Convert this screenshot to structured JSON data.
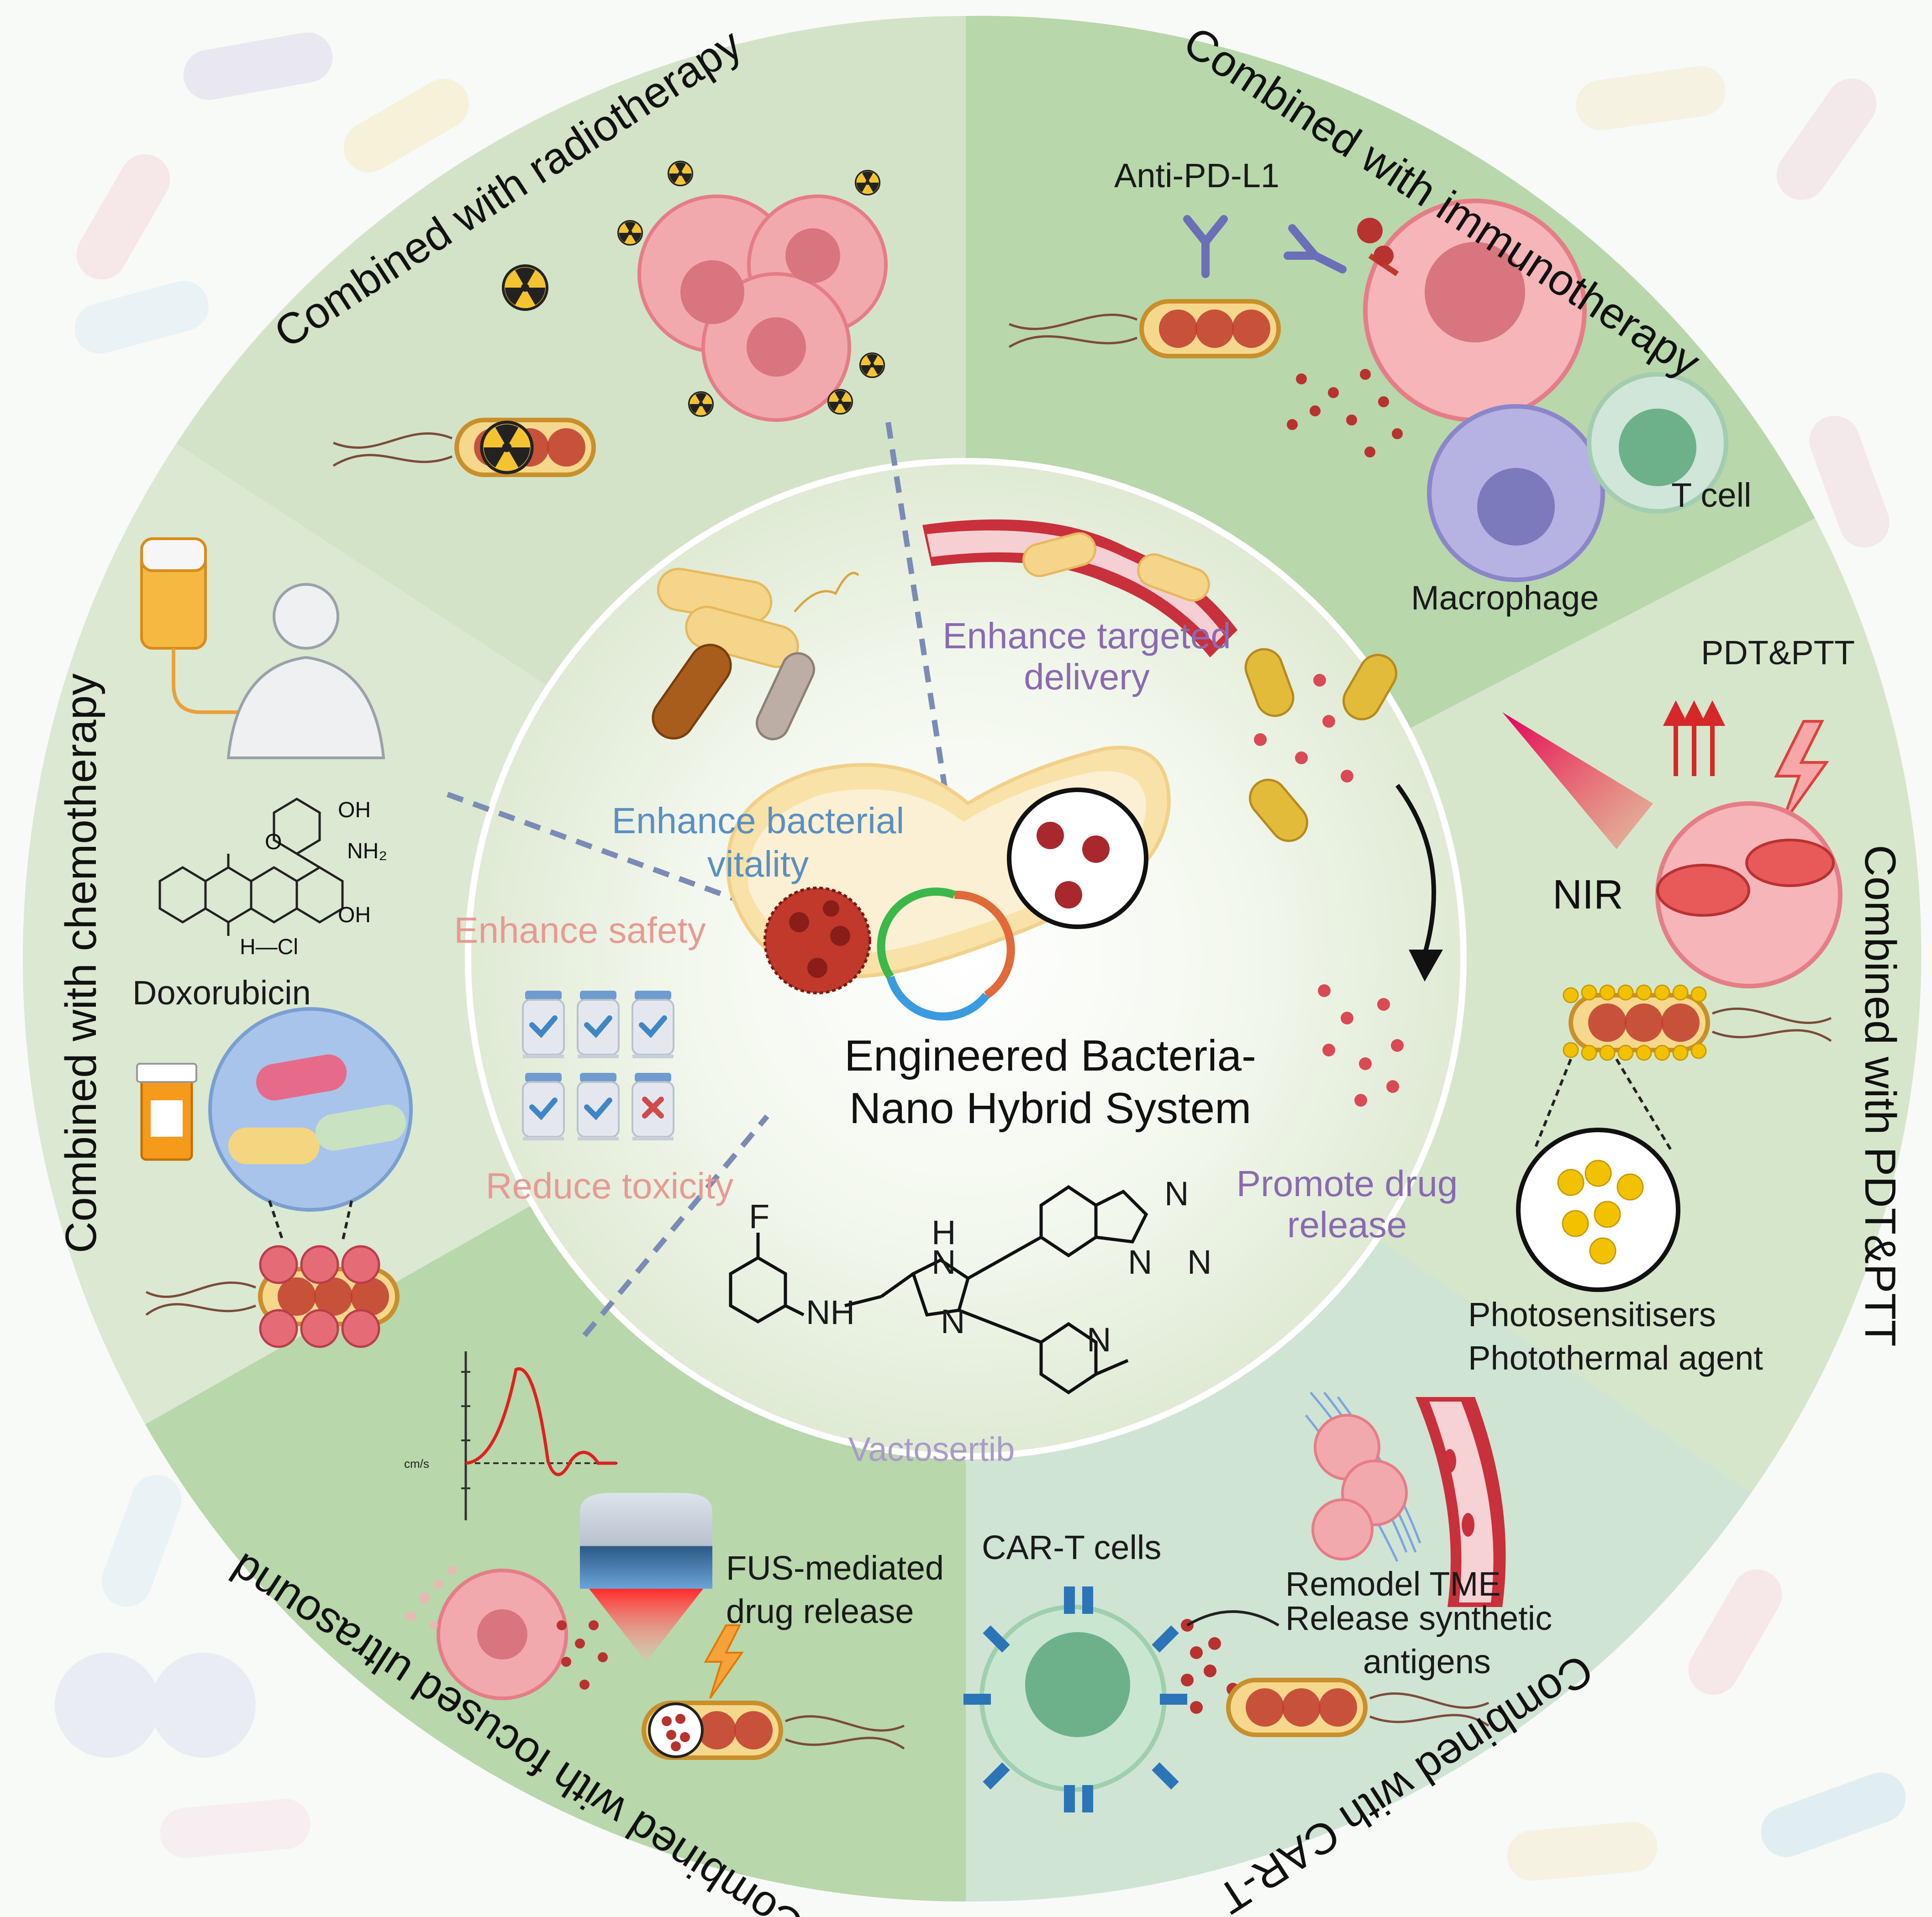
{
  "center": {
    "title_line1": "Engineered Bacteria-",
    "title_line2": "Nano Hybrid System"
  },
  "inner_ring": {
    "enhance_vitality_line1": "Enhance bacterial",
    "enhance_vitality_line2": "vitality",
    "enhance_targeted_line1": "Enhance targeted",
    "enhance_targeted_line2": "delivery",
    "enhance_safety": "Enhance safety",
    "reduce_toxicity": "Reduce toxicity",
    "promote_release_line1": "Promote drug",
    "promote_release_line2": "release",
    "drug_name": "Vactosertib"
  },
  "sectors": {
    "radiotherapy": {
      "title": "Combined with radiotherapy"
    },
    "immunotherapy": {
      "title": "Combined with immunotherapy",
      "antibody": "Anti-PD-L1",
      "t_cell": "T cell",
      "macrophage": "Macrophage"
    },
    "pdt_ptt": {
      "title": "Combined with PDT&PTT",
      "tag": "PDT&PTT",
      "nir": "NIR",
      "agent_line1": "Photosensitisers",
      "agent_line2": "Photothermal agent"
    },
    "car_t": {
      "title": "Combined with CAR-T",
      "cells": "CAR-T cells",
      "remodel": "Remodel TME",
      "release_line1": "Release synthetic",
      "release_line2": "antigens"
    },
    "ultrasound": {
      "title": "Combined with focused ultrasound",
      "fus_line1": "FUS-mediated",
      "fus_line2": "drug release",
      "axis_unit": "cm/s"
    },
    "chemotherapy": {
      "title": "Combined with chemotherapy",
      "drug": "Doxorubicin",
      "hcl": "H—Cl",
      "oh": "OH",
      "nh2": "NH₂",
      "o": "O"
    }
  },
  "vactosertib_atoms": {
    "f": "F",
    "n": "N",
    "h": "H",
    "nh": "NH"
  },
  "colors": {
    "light_green": "#dfe9d6",
    "mid_green": "#c8dfbd",
    "strong_green": "#b8d7ab",
    "dashed_line": "#7a8bb5",
    "bacteria_fill": "#f6d88d",
    "bacteria_stroke": "#c98f2b",
    "nano_red": "#a8282e",
    "tumor_pink": "#f2a9ad"
  }
}
